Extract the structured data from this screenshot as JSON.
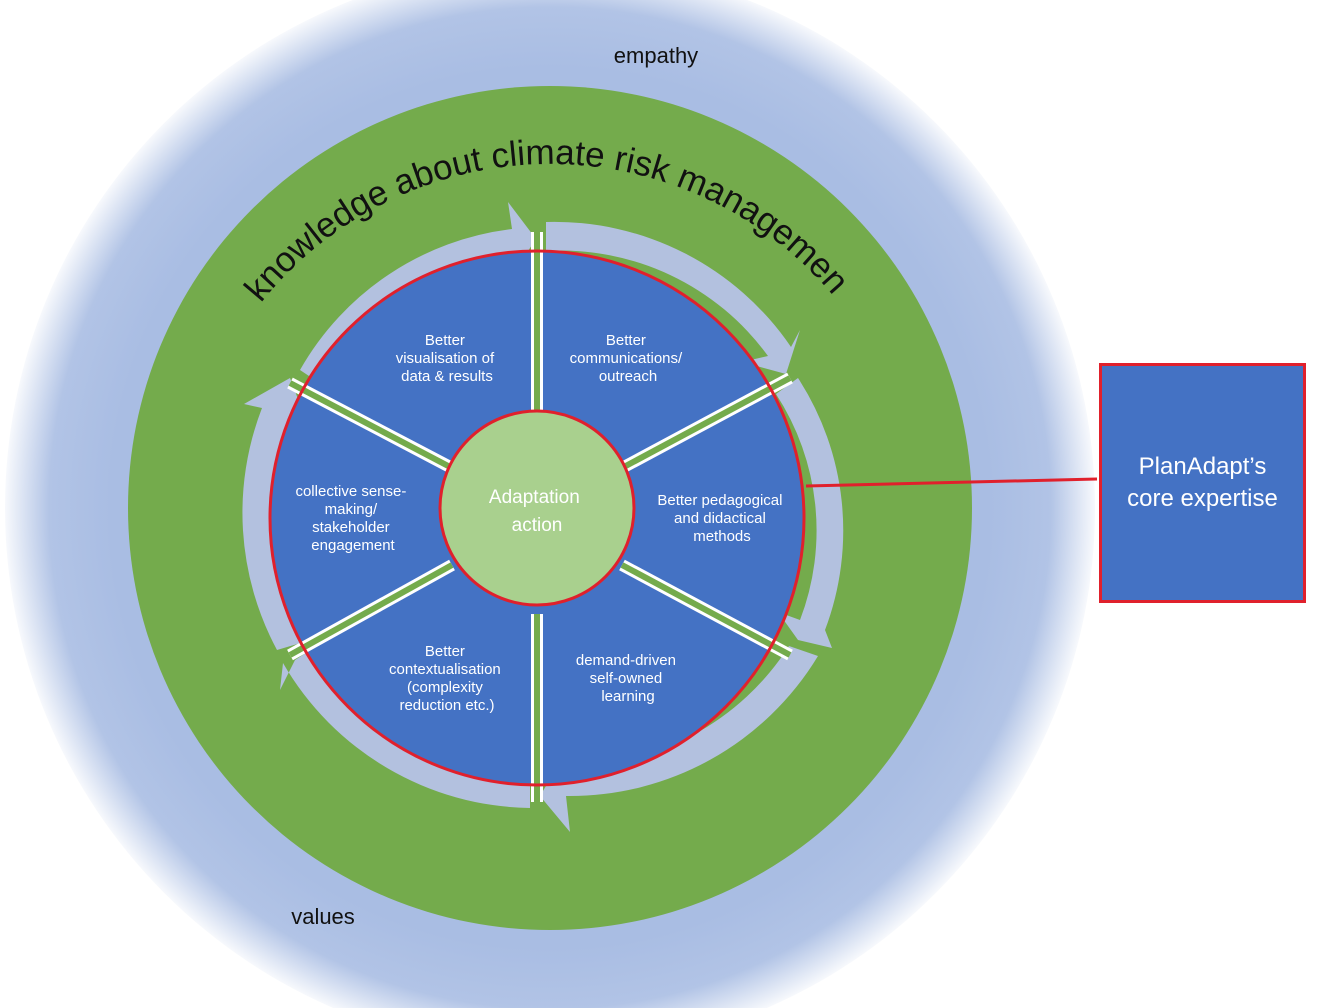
{
  "outer": {
    "top_label": "empathy",
    "bottom_label": "values",
    "ring_title": "knowledge about climate risk management"
  },
  "center": {
    "line1": "Adaptation",
    "line2": "action"
  },
  "segments": [
    {
      "id": "visualisation",
      "lines": [
        "Better",
        "visualisation of",
        "data & results"
      ]
    },
    {
      "id": "communications",
      "lines": [
        "Better",
        "communications/",
        "outreach"
      ]
    },
    {
      "id": "pedagogical",
      "lines": [
        "Better pedagogical",
        "and didactical",
        "methods"
      ]
    },
    {
      "id": "demand",
      "lines": [
        "demand-driven",
        "self-owned",
        "learning"
      ]
    },
    {
      "id": "contextualisation",
      "lines": [
        "Better",
        "contextualisation",
        "(complexity",
        "reduction etc.)"
      ]
    },
    {
      "id": "sensemaking",
      "lines": [
        "collective sense-",
        "making/",
        "stakeholder",
        "engagement"
      ]
    }
  ],
  "core_box": {
    "line1": "PlanAdapt’s",
    "line2": "core expertise"
  },
  "colors": {
    "halo": "#a9bde3",
    "green": "#74ab4c",
    "blue": "#4472c4",
    "arrow": "#b3c1df",
    "red": "#e0202c",
    "center": "#a9d08e"
  }
}
